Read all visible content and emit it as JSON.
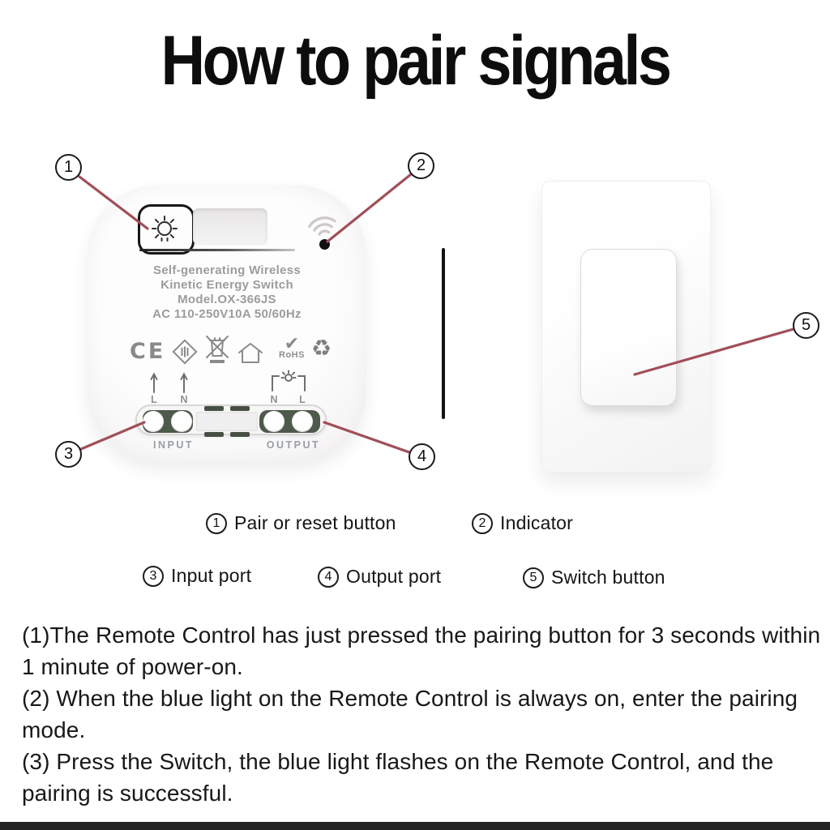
{
  "header": {
    "title": "How to pair signals"
  },
  "device": {
    "name_lines": [
      "Self-generating Wireless",
      "Kinetic Energy Switch",
      "Model.OX-366JS",
      "AC 110-250V10A 50/60Hz"
    ],
    "ce_text": "CE",
    "rohs_check_glyph": "✔",
    "rohs_text": "RoHS",
    "recycle_glyph": "♻",
    "input": {
      "labels": [
        "L",
        "N"
      ],
      "caption": "INPUT"
    },
    "output": {
      "labels": [
        "N",
        "L"
      ],
      "caption": "OUTPUT"
    }
  },
  "callouts": [
    {
      "num": "1",
      "label": "Pair or reset button"
    },
    {
      "num": "2",
      "label": "Indicator"
    },
    {
      "num": "3",
      "label": "Input port"
    },
    {
      "num": "4",
      "label": "Output port"
    },
    {
      "num": "5",
      "label": "Switch button"
    }
  ],
  "instructions": [
    "(1)The Remote Control has just pressed the pairing button for 3 seconds within 1 minute of power-on.",
    "(2) When the blue light on the Remote Control is always on, enter the pairing mode.",
    "(3) Press the Switch, the blue light flashes on the Remote Control, and the pairing is successful."
  ],
  "colors": {
    "callout_line": "#a04f59",
    "terminal_block": "#4e5a4b",
    "device_text": "#9c9c9c",
    "ink": "#141414"
  }
}
